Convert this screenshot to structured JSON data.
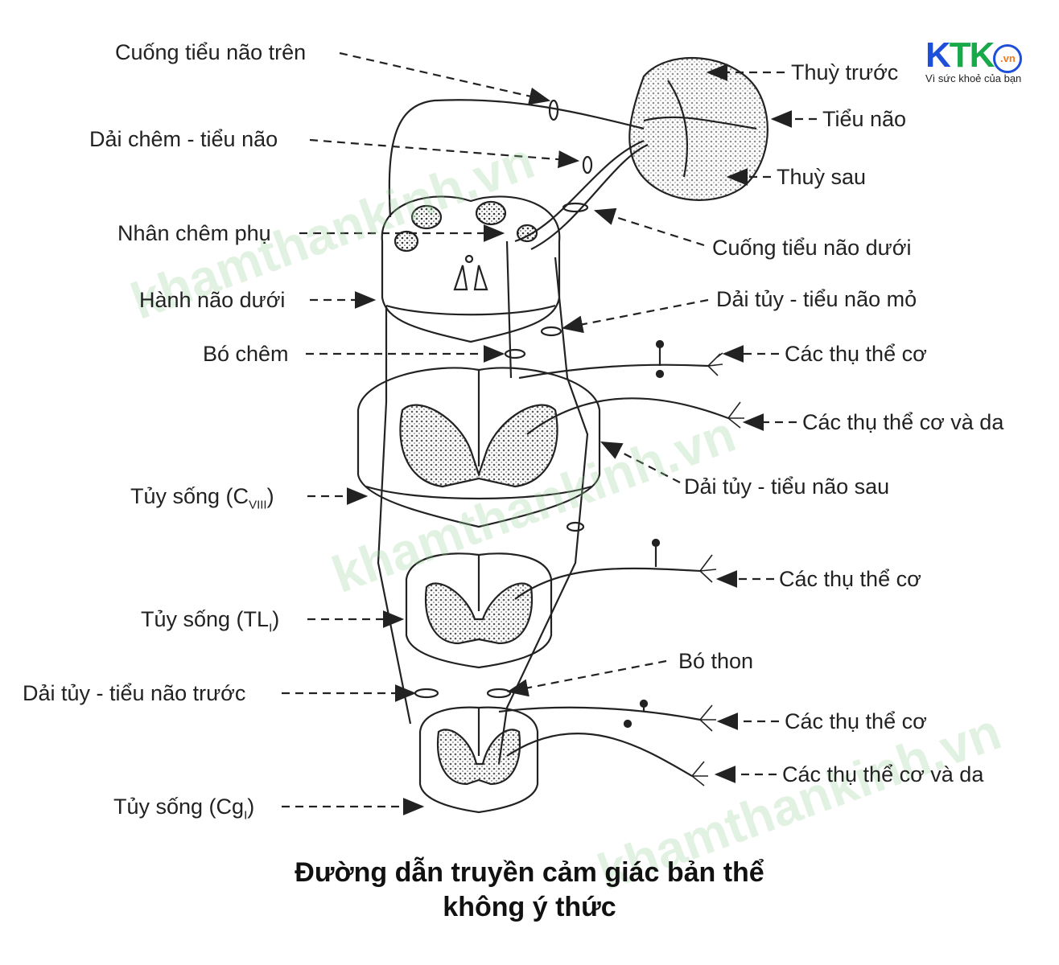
{
  "logo": {
    "k1": "K",
    "t": "T",
    "k2": "K",
    "vn": ".vn",
    "tagline": "Vì sức khoẻ của bạn",
    "colors": {
      "blue": "#1d4fd8",
      "green": "#19a84a",
      "orange": "#f07a1a"
    }
  },
  "watermark": "khamthankinh.vn",
  "labels_left": {
    "cuong_tren": "Cuống tiểu não trên",
    "dai_chem": "Dải chêm - tiểu não",
    "nhan_chem": "Nhân chêm phụ",
    "hanh_nao": "Hành não dưới",
    "bo_chem": "Bó chêm",
    "c8_pre": "Tủy sống (C",
    "c8_sub": "VIII",
    "c8_post": ")",
    "tl_pre": "Tủy sống (TL",
    "tl_sub": "I",
    "tl_post": ")",
    "dai_truoc": "Dải tủy - tiểu não trước",
    "cg_pre": "Tủy sống (Cg",
    "cg_sub": "I",
    "cg_post": ")"
  },
  "labels_right": {
    "thuy_truoc": "Thuỳ trước",
    "tieu_nao": "Tiểu não",
    "thuy_sau": "Thuỳ sau",
    "cuong_duoi": "Cuống tiểu não dưới",
    "dai_mo": "Dải tủy - tiểu não mỏ",
    "thu_the_co_1": "Các thụ thể cơ",
    "co_da_1": "Các thụ thể cơ và da",
    "dai_sau": "Dải tủy - tiểu não sau",
    "thu_the_co_2": "Các thụ thể cơ",
    "bo_thon": "Bó thon",
    "thu_the_co_3": "Các thụ thể cơ",
    "co_da_2": "Các thụ thể cơ và da"
  },
  "title": {
    "line1": "Đường dẫn truyền cảm giác bản thể",
    "line2": "không ý thức"
  }
}
